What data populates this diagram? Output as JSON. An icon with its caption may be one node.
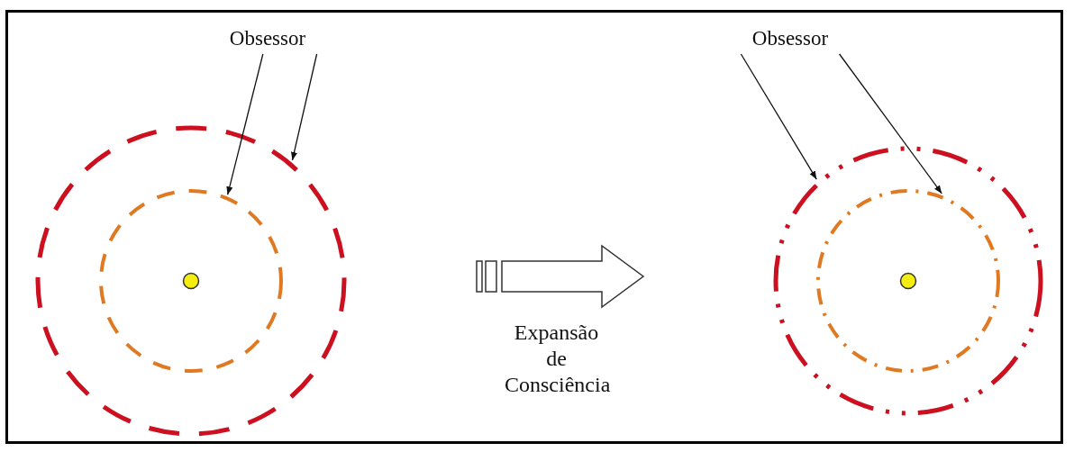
{
  "diagram": {
    "nodes": [
      {
        "text": [
          "Obsessor"
        ]
      },
      {
        "text": [],
        "shape": "circle"
      },
      {
        "text": [],
        "shape": "circle",
        "in": 1
      },
      {
        "text": [],
        "shape": "circle",
        "in": 2
      },
      {
        "text": [
          "Obsessor"
        ]
      },
      {
        "text": [],
        "shape": "circle"
      },
      {
        "text": [],
        "shape": "circle",
        "in": 5
      },
      {
        "text": [],
        "shape": "circle",
        "in": 6
      }
    ],
    "edges": [
      {
        "from": 0,
        "to": 2,
        "arrow": "to"
      },
      {
        "from": 0,
        "to": 1,
        "arrow": "to"
      },
      {
        "from": 4,
        "to": 5,
        "arrow": "to"
      },
      {
        "from": 4,
        "to": 6,
        "arrow": "to"
      }
    ],
    "labels": [
      "Expansão de Consciência"
    ]
  }
}
